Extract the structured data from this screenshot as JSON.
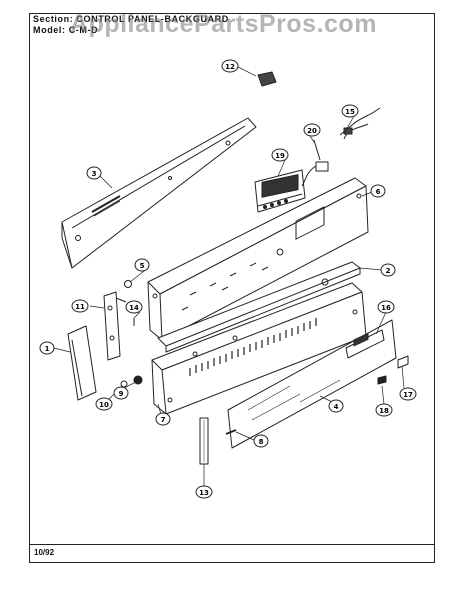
{
  "header": {
    "section_line": "Section: CONTROL PANEL-BACKGUARD",
    "model_line": "Model: C-M-D",
    "watermark": "AppliancePartsPros.com"
  },
  "footer": {
    "date_code": "10/92"
  },
  "callouts": [
    {
      "id": "1",
      "label": "1"
    },
    {
      "id": "2",
      "label": "2"
    },
    {
      "id": "3",
      "label": "3"
    },
    {
      "id": "4",
      "label": "4"
    },
    {
      "id": "5",
      "label": "5"
    },
    {
      "id": "6",
      "label": "6"
    },
    {
      "id": "7",
      "label": "7"
    },
    {
      "id": "8",
      "label": "8"
    },
    {
      "id": "9",
      "label": "9"
    },
    {
      "id": "10",
      "label": "10"
    },
    {
      "id": "11",
      "label": "11"
    },
    {
      "id": "12",
      "label": "12"
    },
    {
      "id": "13",
      "label": "13"
    },
    {
      "id": "14",
      "label": "14"
    },
    {
      "id": "15",
      "label": "15"
    },
    {
      "id": "16",
      "label": "16"
    },
    {
      "id": "17",
      "label": "17"
    },
    {
      "id": "18",
      "label": "18"
    },
    {
      "id": "19",
      "label": "19"
    },
    {
      "id": "20",
      "label": "20"
    }
  ]
}
